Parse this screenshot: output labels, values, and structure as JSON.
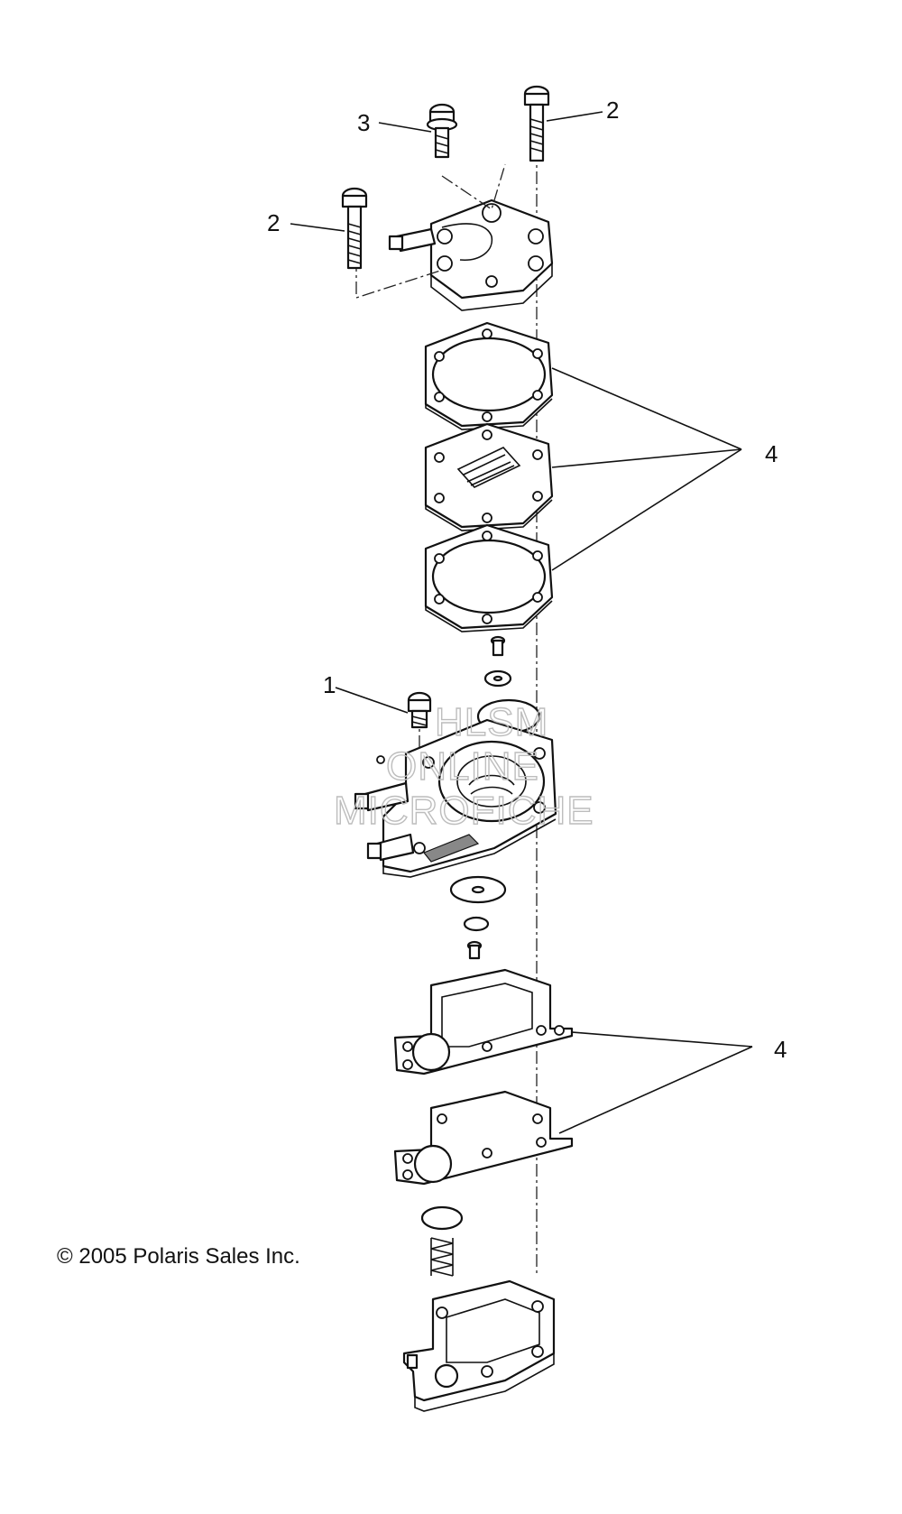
{
  "diagram": {
    "callouts": [
      {
        "id": "callout-3",
        "label": "3"
      },
      {
        "id": "callout-2-right",
        "label": "2"
      },
      {
        "id": "callout-2-left",
        "label": "2"
      },
      {
        "id": "callout-4-upper",
        "label": "4"
      },
      {
        "id": "callout-1",
        "label": "1"
      },
      {
        "id": "callout-4-lower",
        "label": "4"
      }
    ],
    "watermark": {
      "line1": "HLSM",
      "line2": "ONLINE",
      "line3": "MICROFICHE"
    },
    "copyright": "© 2005 Polaris Sales Inc."
  }
}
